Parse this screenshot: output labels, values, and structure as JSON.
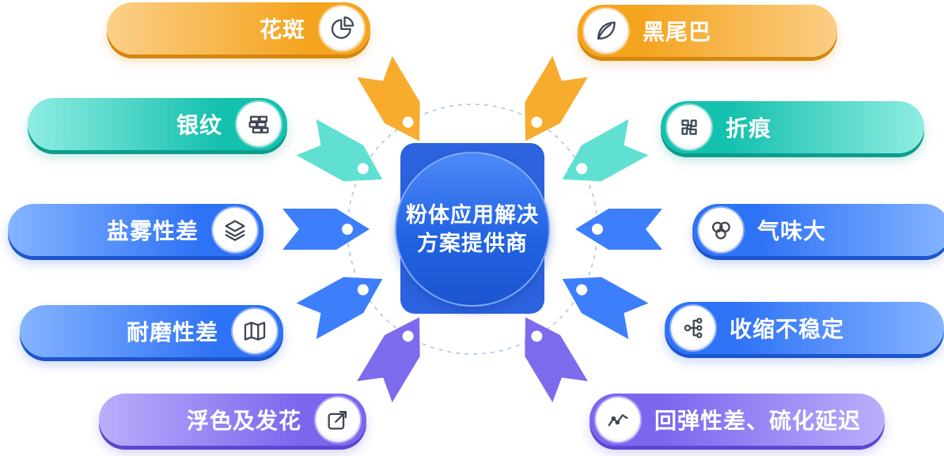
{
  "center": {
    "line1": "粉体应用解决",
    "line2": "方案提供商"
  },
  "pills": [
    {
      "label": "花斑",
      "icon": "pie-chart-icon",
      "side": "left",
      "color": "orange"
    },
    {
      "label": "黑尾巴",
      "icon": "leaf-icon",
      "side": "right",
      "color": "orange"
    },
    {
      "label": "银纹",
      "icon": "bricks-icon",
      "side": "left",
      "color": "teal"
    },
    {
      "label": "折痕",
      "icon": "puzzle-icon",
      "side": "right",
      "color": "teal"
    },
    {
      "label": "盐雾性差",
      "icon": "layers-icon",
      "side": "left",
      "color": "blue"
    },
    {
      "label": "气味大",
      "icon": "bubbles-icon",
      "side": "right",
      "color": "blue"
    },
    {
      "label": "耐磨性差",
      "icon": "map-icon",
      "side": "left",
      "color": "blue"
    },
    {
      "label": "收缩不稳定",
      "icon": "hierarchy-icon",
      "side": "right",
      "color": "blue"
    },
    {
      "label": "浮色及发花",
      "icon": "trend-box-icon",
      "side": "left",
      "color": "purple"
    },
    {
      "label": "回弹性差、硫化延迟",
      "icon": "line-chart-icon",
      "side": "right",
      "color": "purple"
    }
  ],
  "palette": {
    "orange": "#F7AC2E",
    "teal": "#5FE0D2",
    "blue": "#3D7EFB",
    "purple": "#7C6BEC",
    "ring": "#AFC3EA",
    "dot": "#FFFFFF",
    "center_square": "#2D63DE"
  }
}
